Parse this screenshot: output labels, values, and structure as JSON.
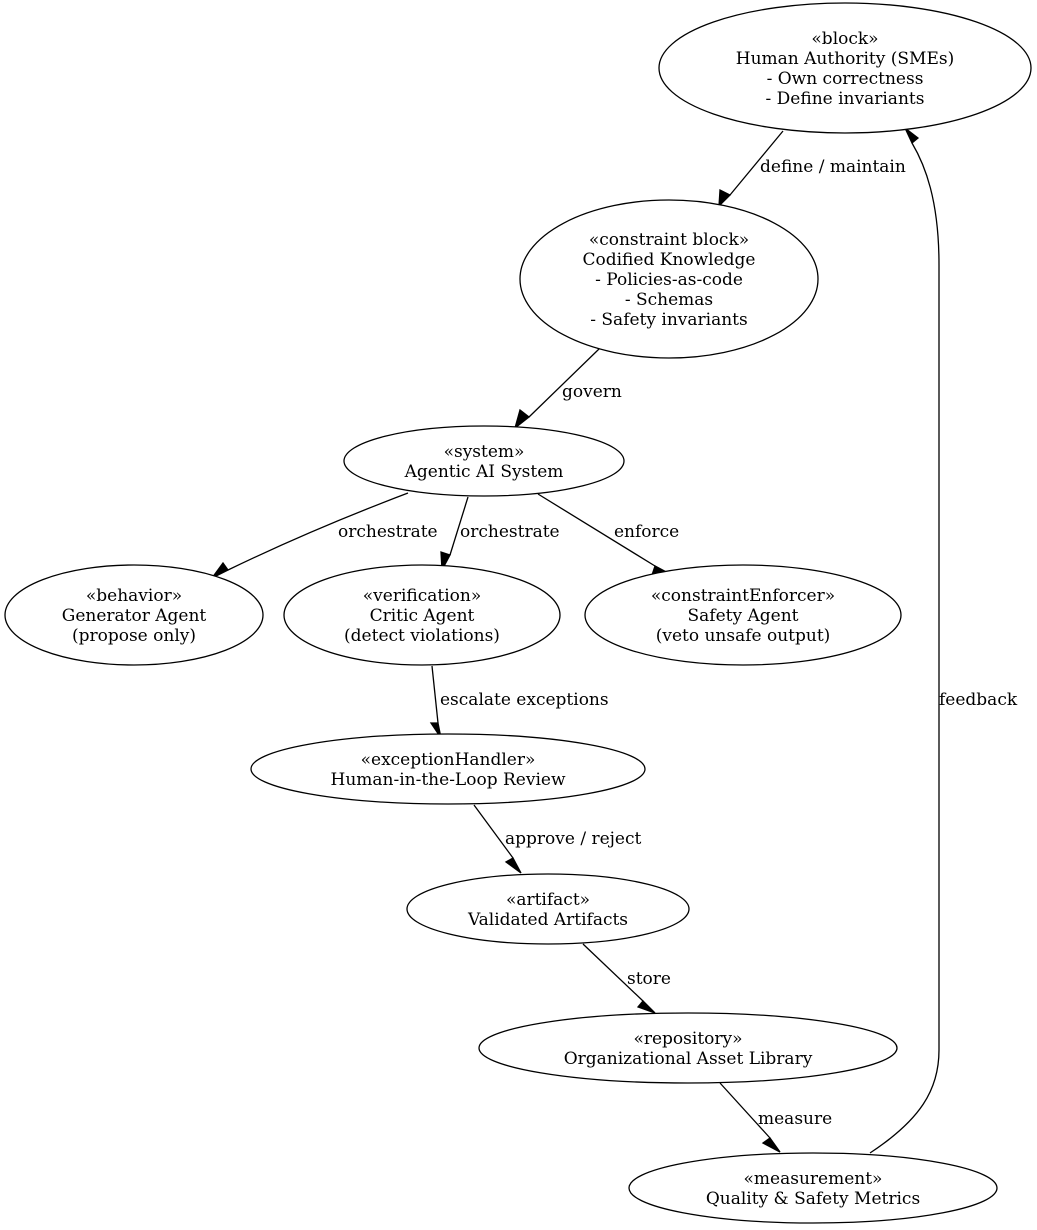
{
  "diagram": {
    "nodes": [
      {
        "id": "human_authority",
        "lines": [
          "«block»",
          "Human Authority (SMEs)",
          "- Own correctness",
          "- Define invariants"
        ]
      },
      {
        "id": "codified_knowledge",
        "lines": [
          "«constraint block»",
          "Codified Knowledge",
          "- Policies-as-code",
          "- Schemas",
          "- Safety invariants"
        ]
      },
      {
        "id": "agentic_system",
        "lines": [
          "«system»",
          "Agentic AI System"
        ]
      },
      {
        "id": "generator_agent",
        "lines": [
          "«behavior»",
          "Generator Agent",
          "(propose only)"
        ]
      },
      {
        "id": "critic_agent",
        "lines": [
          "«verification»",
          "Critic Agent",
          "(detect violations)"
        ]
      },
      {
        "id": "safety_agent",
        "lines": [
          "«constraintEnforcer»",
          "Safety Agent",
          "(veto unsafe output)"
        ]
      },
      {
        "id": "hitl_review",
        "lines": [
          "«exceptionHandler»",
          "Human-in-the-Loop Review"
        ]
      },
      {
        "id": "validated_artifacts",
        "lines": [
          "«artifact»",
          "Validated Artifacts"
        ]
      },
      {
        "id": "asset_library",
        "lines": [
          "«repository»",
          "Organizational Asset Library"
        ]
      },
      {
        "id": "metrics",
        "lines": [
          "«measurement»",
          "Quality & Safety Metrics"
        ]
      }
    ],
    "edges": [
      {
        "from": "human_authority",
        "to": "codified_knowledge",
        "label": "define / maintain"
      },
      {
        "from": "codified_knowledge",
        "to": "agentic_system",
        "label": "govern"
      },
      {
        "from": "agentic_system",
        "to": "generator_agent",
        "label": "orchestrate"
      },
      {
        "from": "agentic_system",
        "to": "critic_agent",
        "label": "orchestrate"
      },
      {
        "from": "agentic_system",
        "to": "safety_agent",
        "label": "enforce"
      },
      {
        "from": "critic_agent",
        "to": "hitl_review",
        "label": "escalate exceptions"
      },
      {
        "from": "hitl_review",
        "to": "validated_artifacts",
        "label": "approve / reject"
      },
      {
        "from": "validated_artifacts",
        "to": "asset_library",
        "label": "store"
      },
      {
        "from": "asset_library",
        "to": "metrics",
        "label": "measure"
      },
      {
        "from": "metrics",
        "to": "human_authority",
        "label": "feedback"
      }
    ]
  }
}
